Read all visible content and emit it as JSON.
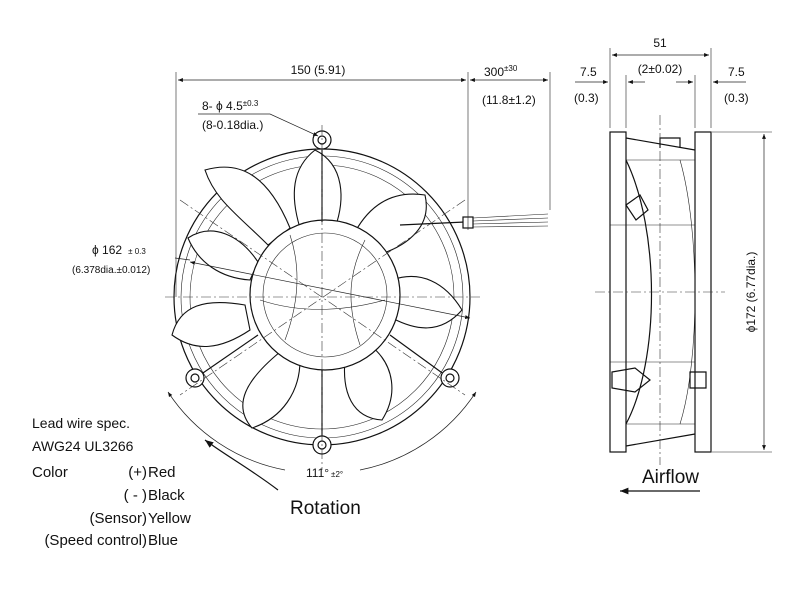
{
  "front_view": {
    "width_dim": "150 (5.91)",
    "lead_len_dim": "300",
    "lead_len_tol": "±30",
    "lead_len_inch": "(11.8±1.2)",
    "hole_label_prefix": "8- ϕ 4.5",
    "hole_tol": "±0.3",
    "hole_inch": "(8-0.18dia.)",
    "dia_label": "ϕ 162",
    "dia_tol": "± 0.3",
    "dia_inch": "(6.378dia.±0.012)",
    "angle_label": "111°",
    "angle_tol": "±2°",
    "rotation_label": "Rotation"
  },
  "side_view": {
    "depth_dim": "51",
    "depth_inch": "(2±0.02)",
    "flange_left": "7.5",
    "flange_left_inch": "(0.3)",
    "flange_right": "7.5",
    "flange_right_inch": "(0.3)",
    "height_dim": "ϕ172 (6.77dia.)",
    "airflow_label": "Airflow"
  },
  "lead_wire": {
    "title": "Lead wire spec.",
    "spec": "AWG24 UL3266",
    "color_label": "Color",
    "entries": [
      {
        "function": "(+)",
        "color": "Red"
      },
      {
        "function": "( - )",
        "color": "Black"
      },
      {
        "function": "(Sensor)",
        "color": "Yellow"
      },
      {
        "function": "(Speed control)",
        "color": "Blue"
      }
    ]
  }
}
